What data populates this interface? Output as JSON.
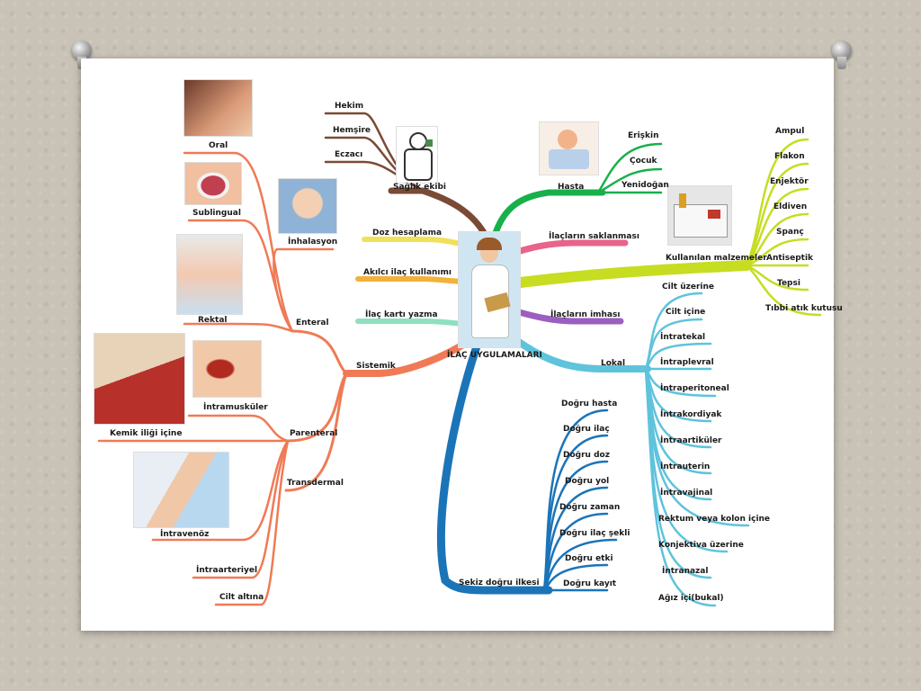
{
  "center": {
    "title": "İLAÇ UYGULAMALARI"
  },
  "branches": {
    "saglik_ekibi": {
      "label": "Sağlık ekibi",
      "items": [
        "Hekim",
        "Hemşire",
        "Eczacı"
      ]
    },
    "hasta": {
      "label": "Hasta",
      "items": [
        "Erişkin",
        "Çocuk",
        "Yenidoğan"
      ]
    },
    "saklanmasi": {
      "label": "İlaçların saklanması"
    },
    "malzemeler": {
      "label": "Kullanılan malzemeler",
      "items": [
        "Ampul",
        "Flakon",
        "Enjektör",
        "Eldiven",
        "Spanç",
        "Antiseptik",
        "Tepsi",
        "Tıbbi atık kutusu"
      ]
    },
    "imhasi": {
      "label": "İlaçların imhası"
    },
    "lokal": {
      "label": "Lokal",
      "items": [
        "Cilt üzerine",
        "Cilt içine",
        "İntratekal",
        "İntraplevral",
        "İntraperitoneal",
        "İntrakordiyak",
        "İntraartiküler",
        "İntrauterin",
        "İntravajinal",
        "Rektum veya kolon içine",
        "Konjektiva üzerine",
        "İntranazal",
        "Ağız içi(bukal)"
      ]
    },
    "sekiz": {
      "label": "Sekiz doğru ilkesi",
      "items": [
        "Doğru hasta",
        "Doğru ilaç",
        "Doğru doz",
        "Doğru yol",
        "Doğru zaman",
        "Doğru ilaç şekli",
        "Doğru etki",
        "Doğru kayıt"
      ]
    },
    "doz": {
      "label": "Doz hesaplama"
    },
    "akilci": {
      "label": "Akılcı ilaç kullanımı"
    },
    "kart": {
      "label": "İlaç kartı yazma"
    },
    "sistemik": {
      "label": "Sistemik"
    },
    "enteral": {
      "label": "Enteral",
      "items": [
        "Oral",
        "Sublingual",
        "İnhalasyon",
        "Rektal"
      ]
    },
    "parenteral": {
      "label": "Parenteral",
      "items": [
        "İntramusküler",
        "Kemik iliği içine",
        "İntravenöz",
        "İntraarteriyel",
        "Cilt altına"
      ]
    },
    "transdermal": {
      "label": "Transdermal"
    }
  },
  "colors": {
    "saglik": "#7a4a35",
    "hasta": "#17b04a",
    "saklanmasi": "#e8648a",
    "malzemeler": "#c6dd22",
    "imhasi": "#9b5fc0",
    "lokal": "#5fc3dc",
    "sekiz": "#1b74b8",
    "doz": "#f0e05a",
    "akilci": "#f2b13a",
    "kart": "#8fe0c0",
    "sistemik": "#f07a55"
  }
}
